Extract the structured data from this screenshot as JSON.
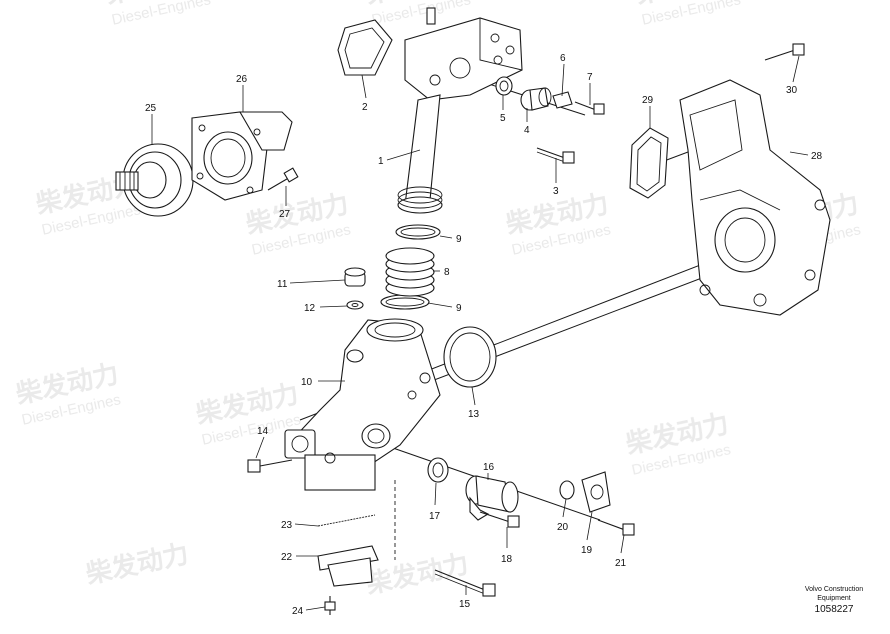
{
  "watermark": {
    "brand_cn": "柴发动力",
    "brand_en": "Diesel-Engines"
  },
  "callouts": {
    "1": "1",
    "2": "2",
    "3": "3",
    "4": "4",
    "5": "5",
    "6": "6",
    "7": "7",
    "8": "8",
    "9a": "9",
    "9b": "9",
    "10": "10",
    "11": "11",
    "12": "12",
    "13": "13",
    "14": "14",
    "15": "15",
    "16": "16",
    "17": "17",
    "18": "18",
    "19": "19",
    "20": "20",
    "21": "21",
    "22": "22",
    "23": "23",
    "24": "24",
    "25": "25",
    "26": "26",
    "27": "27",
    "28": "28",
    "29": "29",
    "30": "30"
  },
  "footer": {
    "line1": "Volvo Construction",
    "line2": "Equipment",
    "drawing_number": "1058227"
  }
}
